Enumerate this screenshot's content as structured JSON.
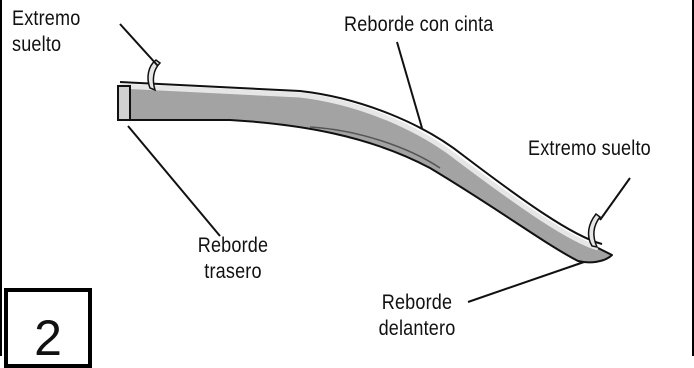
{
  "labels": {
    "extremo_suelto_left": "Extremo\nsuelto",
    "reborde_con_cinta": "Reborde con cinta",
    "extremo_suelto_right": "Extremo suelto",
    "reborde_trasero": "Reborde\ntrasero",
    "reborde_delantero": "Reborde\ndelantero"
  },
  "step": "2",
  "colors": {
    "strip_fill": "#a3a3a3",
    "strip_highlight": "#d9d9d9",
    "outline": "#111111",
    "tape": "#e6e6e6"
  }
}
